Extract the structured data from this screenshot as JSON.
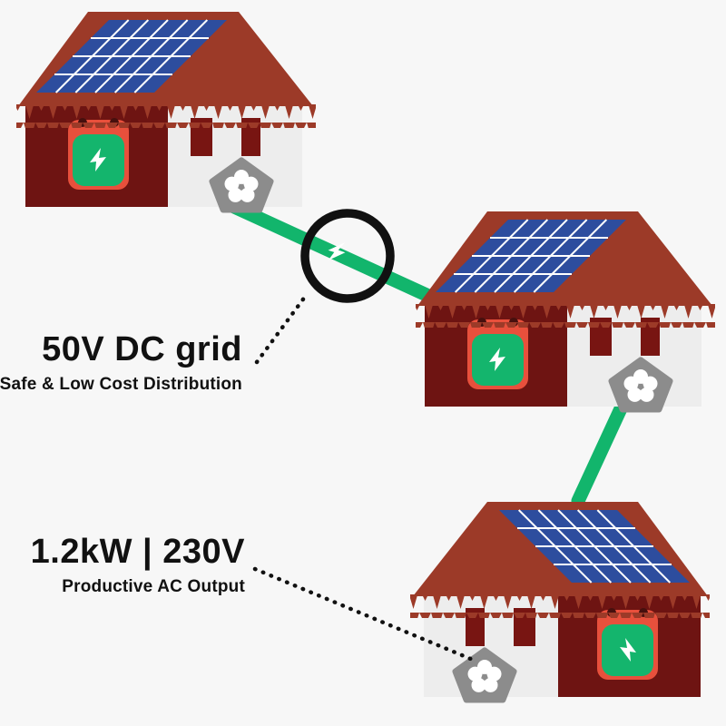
{
  "annotations": {
    "dc_grid": {
      "title": "50V DC grid",
      "subtitle": "Safe & Low Cost Distribution"
    },
    "ac_output": {
      "title": "1.2kW | 230V",
      "subtitle": "Productive AC Output"
    }
  },
  "diagram": {
    "type": "illustration",
    "nodes": [
      {
        "id": "house-1",
        "features": [
          "solar-panel",
          "battery-inverter",
          "socket"
        ]
      },
      {
        "id": "house-2",
        "features": [
          "solar-panel",
          "battery-inverter",
          "socket"
        ]
      },
      {
        "id": "house-3",
        "features": [
          "solar-panel",
          "battery-inverter",
          "socket"
        ],
        "mirrored": true
      }
    ],
    "connections": [
      {
        "from": "house-1",
        "to": "house-2",
        "style": "green-power-line",
        "marker": "lightning-bolt-in-circle"
      },
      {
        "from": "house-2",
        "to": "house-3",
        "style": "green-power-line"
      }
    ],
    "callouts": [
      {
        "label": "dc_grid",
        "points_to": "power-line-marker",
        "style": "dotted-line"
      },
      {
        "label": "ac_output",
        "points_to": "house-3-socket",
        "style": "dotted-line"
      }
    ]
  },
  "icons": {
    "power_marker": "lightning-bolt-icon",
    "battery": "battery-lightning-icon",
    "socket": "pentagon-flower-socket-icon"
  },
  "colors": {
    "background": "#f7f7f7",
    "roof": "#9c3a28",
    "wall_dark": "#6e1412",
    "window": "#781512",
    "wall_light": "#ededed",
    "solar_panel_blue": "#2d4d9e",
    "panel_grid": "#ffffff",
    "power_line_green": "#12b56c",
    "battery_orange": "#e8503c",
    "battery_green": "#14b56d",
    "socket_gray": "#8c8c8c",
    "ink": "#111111"
  }
}
